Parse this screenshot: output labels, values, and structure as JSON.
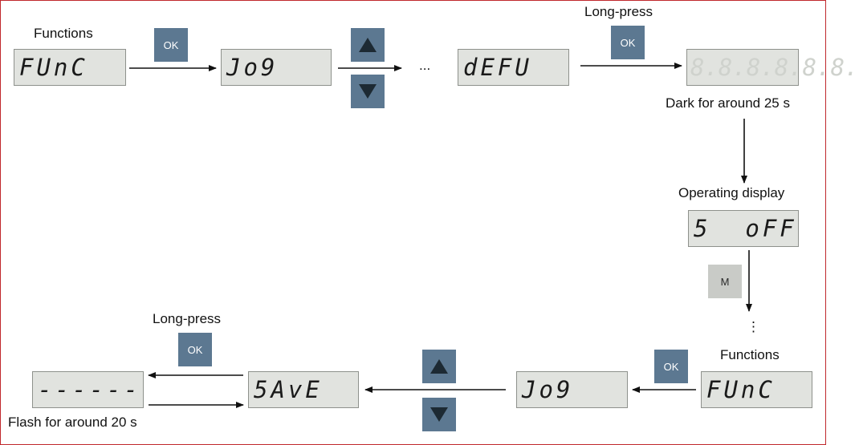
{
  "labels": {
    "functions_top": "Functions",
    "long_press_top": "Long-press",
    "dark": "Dark for around 25 s",
    "operating": "Operating display",
    "functions_bottom": "Functions",
    "long_press_bottom": "Long-press",
    "flash": "Flash for around 20 s",
    "ellipsis_h": "...",
    "ellipsis_v": "⋮"
  },
  "displays": {
    "func_top": "FUnC",
    "jog_top": "Jo9",
    "defu": "dEFU",
    "dark": "8.8.8.8.8.8.",
    "soff": "5  oFF",
    "func_bottom": "FUnC",
    "jog_bottom": "Jo9",
    "save": "5AvE",
    "dashes": "------"
  },
  "buttons": {
    "ok_1": "OK",
    "ok_2": "OK",
    "m": "M",
    "ok_3": "OK",
    "ok_4": "OK"
  },
  "colors": {
    "button": "#5c7891",
    "button_gray": "#c9cbc7",
    "display_bg": "#e1e3df",
    "border": "#c0282d"
  }
}
